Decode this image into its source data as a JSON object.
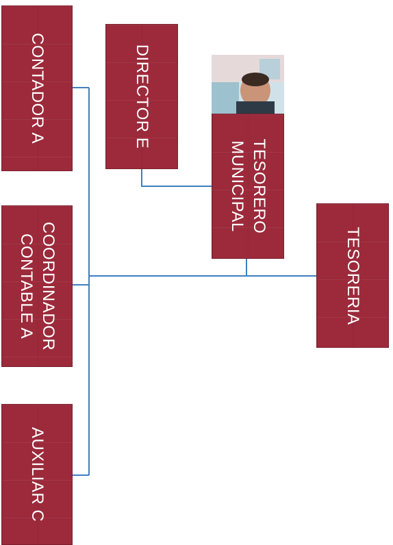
{
  "nodes": {
    "contador": {
      "lines": [
        "CONTADOR A"
      ]
    },
    "director": {
      "lines": [
        "DIRECTOR E"
      ]
    },
    "tesorero": {
      "lines": [
        "TESORERO",
        "MUNICIPAL"
      ]
    },
    "tesoreria": {
      "lines": [
        "TESORERIA"
      ]
    },
    "coordinador": {
      "lines": [
        "COORDINADOR",
        "CONTABLE A"
      ]
    },
    "auxiliar": {
      "lines": [
        "AUXILIAR C"
      ]
    }
  },
  "colors": {
    "box": "#9c2a3b",
    "connector": "#3f7fc0",
    "text": "#ffffff"
  }
}
